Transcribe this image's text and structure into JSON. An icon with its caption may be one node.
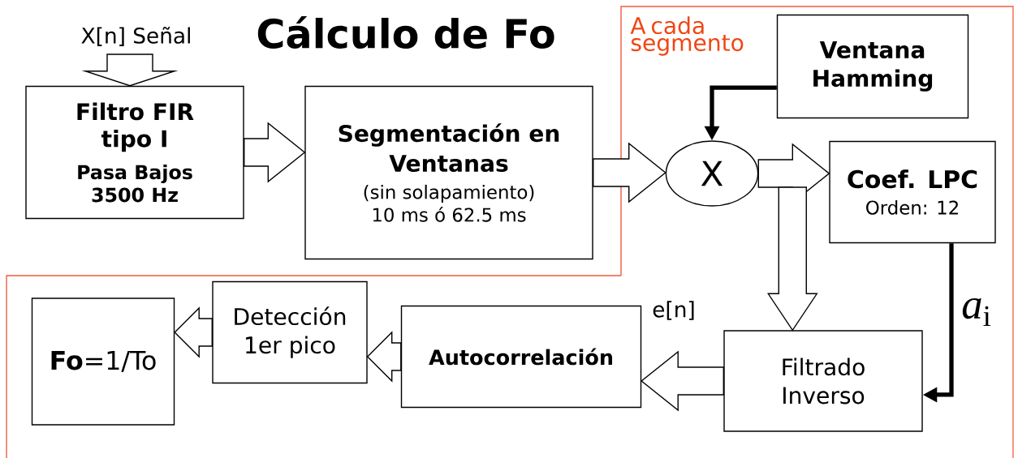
{
  "diagram": {
    "title": "Cálculo de Fo",
    "nodes": [
      {
        "text": [
          "Filtro FIR tipo I",
          "Pasa Bajos 3500 Hz"
        ]
      },
      {
        "text": [
          "Segmentación en Ventanas",
          "(sin solapamiento) 10 ms ó 62.5 ms"
        ]
      },
      {
        "text": [
          "Ventana Hamming"
        ]
      },
      {
        "text": [
          "X"
        ]
      },
      {
        "text": [
          "Coef. LPC",
          "Orden: 12"
        ]
      },
      {
        "text": [
          "Filtrado Inverso"
        ]
      },
      {
        "text": [
          "Autocorrelación"
        ]
      },
      {
        "text": [
          "Detección 1er pico"
        ]
      },
      {
        "text": [
          "**Fo**=1/To"
        ]
      }
    ],
    "edges": [
      {
        "from": null,
        "to": 0,
        "arrow": "to",
        "label": "X[n] Señal"
      },
      {
        "from": 0,
        "to": 1,
        "arrow": "to"
      },
      {
        "from": 1,
        "to": 3,
        "arrow": "to"
      },
      {
        "from": 2,
        "to": 3,
        "arrow": "to"
      },
      {
        "from": 3,
        "to": 4,
        "arrow": "to"
      },
      {
        "from": 3,
        "to": 5,
        "arrow": "to"
      },
      {
        "from": 4,
        "to": 5,
        "arrow": "to",
        "label": "*a*$_{i}$"
      },
      {
        "from": 5,
        "to": 6,
        "arrow": "to",
        "label": "e[n]"
      },
      {
        "from": 6,
        "to": 7,
        "arrow": "to"
      },
      {
        "from": 7,
        "to": 8,
        "arrow": "to"
      }
    ],
    "labels": [
      "A cada segmento"
    ]
  }
}
